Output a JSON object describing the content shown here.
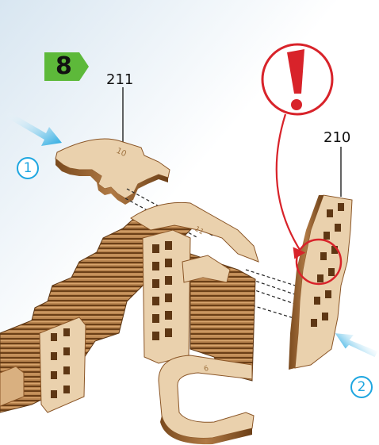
{
  "step": {
    "number": "8",
    "badge_color": "#5db93a"
  },
  "parts": [
    {
      "id": "211"
    },
    {
      "id": "210"
    }
  ],
  "callouts": [
    {
      "number": "1"
    },
    {
      "number": "2"
    }
  ],
  "warning": {
    "symbol": "!",
    "color": "#d8232a"
  },
  "engraving_marks": {
    "upper_piece": "10",
    "main_piece": "11",
    "hook_piece": "6"
  },
  "colors": {
    "arrow": "#1ea6e0",
    "wood_face": "#ead1ad",
    "wood_edge": "#8a5526",
    "ply_dark": "#5e3714"
  }
}
